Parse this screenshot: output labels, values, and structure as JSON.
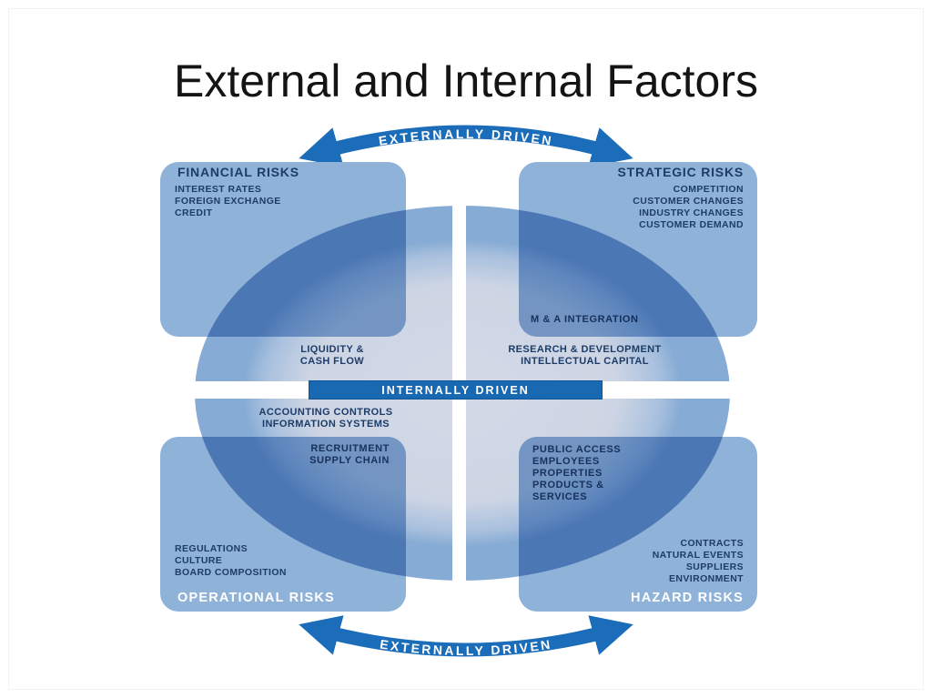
{
  "title": "External and Internal Factors",
  "arrows": {
    "top": "EXTERNALLY DRIVEN",
    "bottom": "EXTERNALLY DRIVEN"
  },
  "center_bar": "INTERNALLY DRIVEN",
  "quadrants": {
    "financial": {
      "title": "FINANCIAL RISKS",
      "items": [
        "INTEREST RATES",
        "FOREIGN EXCHANGE",
        "CREDIT"
      ]
    },
    "strategic": {
      "title": "STRATEGIC RISKS",
      "items": [
        "COMPETITION",
        "CUSTOMER CHANGES",
        "INDUSTRY CHANGES",
        "CUSTOMER DEMAND"
      ],
      "note": "M & A INTEGRATION"
    },
    "operational": {
      "title": "OPERATIONAL RISKS",
      "note_lines": [
        "RECRUITMENT",
        "SUPPLY CHAIN"
      ],
      "items": [
        "REGULATIONS",
        "CULTURE",
        "BOARD COMPOSITION"
      ]
    },
    "hazard": {
      "title": "HAZARD RISKS",
      "note_lines": [
        "PUBLIC ACCESS",
        "EMPLOYEES",
        "PROPERTIES",
        "PRODUCTS &",
        "SERVICES"
      ],
      "items": [
        "CONTRACTS",
        "NATURAL EVENTS",
        "SUPPLIERS",
        "ENVIRONMENT"
      ]
    }
  },
  "connectors": {
    "liquidity": [
      "LIQUIDITY &",
      "CASH FLOW"
    ],
    "research": [
      "RESEARCH & DEVELOPMENT",
      "INTELLECTUAL CAPITAL"
    ],
    "accounting": [
      "ACCOUNTING CONTROLS",
      "INFORMATION SYSTEMS"
    ]
  },
  "colors": {
    "box": "#8fb2d9",
    "ellipse_center": "#cdd5e4",
    "ellipse_edge": "#86abd4",
    "arrow": "#1b6db9",
    "bar": "#1968b2",
    "text_dark": "#1d3c68"
  }
}
